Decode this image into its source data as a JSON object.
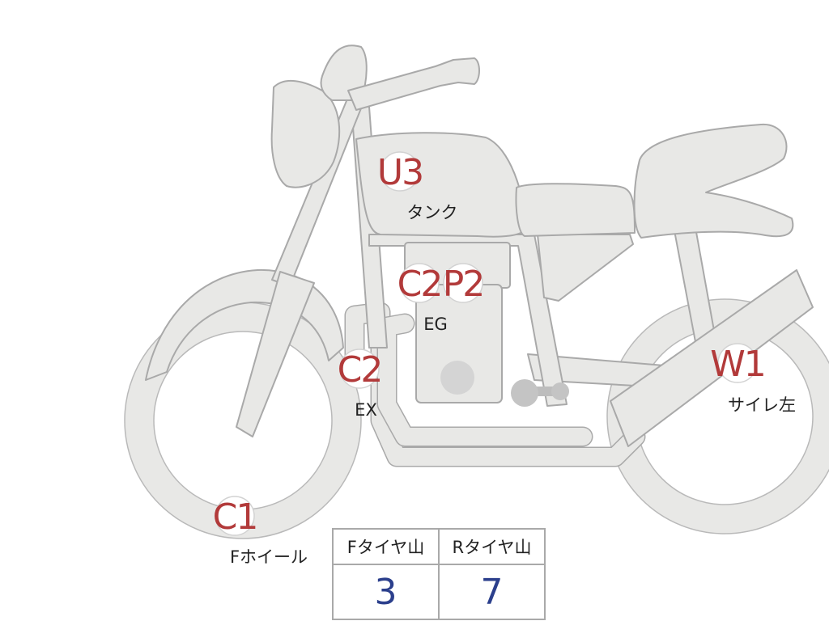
{
  "diagram": {
    "markers": [
      {
        "code": "U3",
        "label": "タンク"
      },
      {
        "code": "C2",
        "label": "EG"
      },
      {
        "code": "P2",
        "label": ""
      },
      {
        "code": "C2",
        "label": "EX"
      },
      {
        "code": "W1",
        "label": "サイレ左"
      },
      {
        "code": "C1",
        "label": "Fホイール"
      }
    ]
  },
  "tread_table": {
    "front_header": "Fタイヤ山",
    "rear_header": "Rタイヤ山",
    "front_value": "3",
    "rear_value": "7"
  },
  "colors": {
    "marker_code": "#b23a3a",
    "label_text": "#222222",
    "table_value": "#2b3f8c",
    "part_fill": "#e8e8e6",
    "part_outline": "#a9a9a9"
  }
}
